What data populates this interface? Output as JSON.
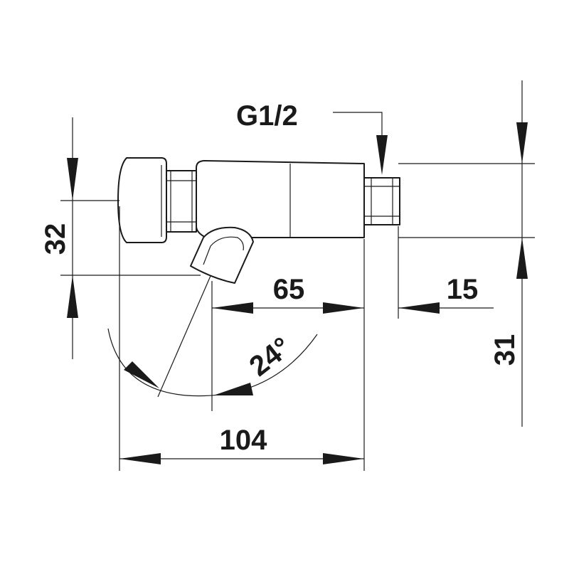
{
  "drawing": {
    "subject": "push-button self-closing tap",
    "dimensions": {
      "thread": "G1/2",
      "height_left": "32",
      "length_65": "65",
      "length_15": "15",
      "height_right": "31",
      "angle": "24°",
      "overall_length": "104"
    }
  }
}
